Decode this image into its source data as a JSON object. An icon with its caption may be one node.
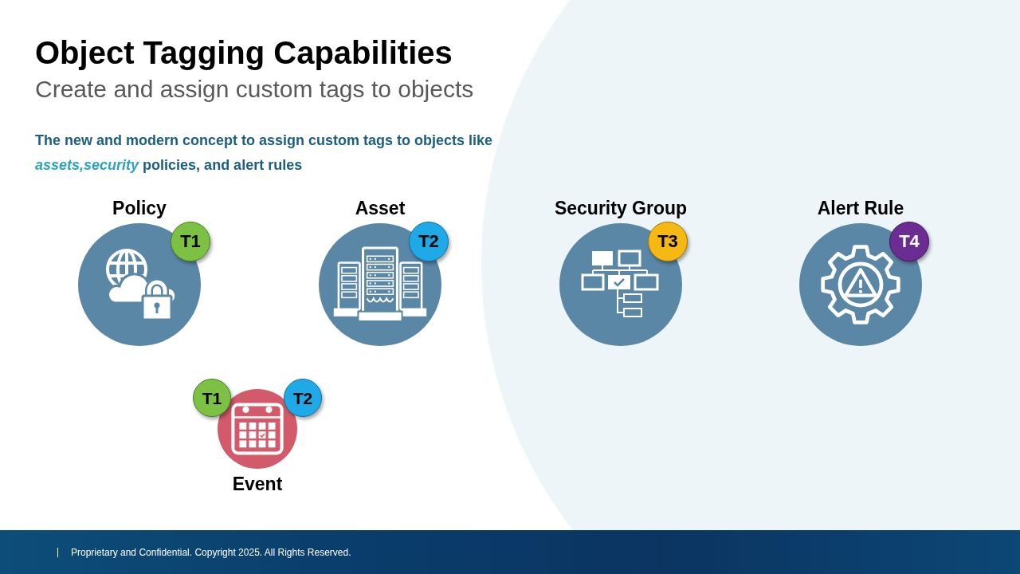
{
  "diagram": {
    "title": "Object Tagging Capabilities",
    "nodes": [
      {
        "text": [
          "Policy"
        ]
      },
      {
        "text": [
          "T1"
        ]
      },
      {
        "text": [
          "Asset"
        ]
      },
      {
        "text": [
          "T2"
        ]
      },
      {
        "text": [
          "Security Group"
        ]
      },
      {
        "text": [
          "T3"
        ]
      },
      {
        "text": [
          "Alert Rule"
        ]
      },
      {
        "text": [
          "T4"
        ]
      },
      {
        "text": [
          "Event"
        ]
      },
      {
        "text": [
          "T1"
        ]
      },
      {
        "text": [
          "T2"
        ]
      }
    ],
    "labels": [
      "Create and assign custom tags to objects",
      "The new and modern concept to assign custom tags to objects like *assets,security* policies, and alert rules",
      "Proprietary and Confidential. Copyright 2025. All Rights Reserved."
    ]
  }
}
